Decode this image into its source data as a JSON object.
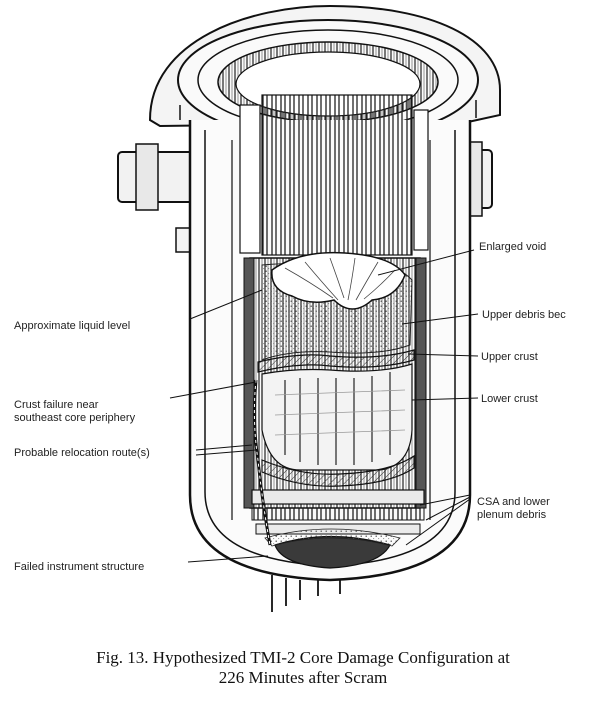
{
  "labels": {
    "enlarged_void": "Enlarged void",
    "upper_debris_bed": "Upper debris bec",
    "upper_crust": "Upper crust",
    "lower_crust": "Lower crust",
    "csa_lower_plenum_1": "CSA and lower",
    "csa_lower_plenum_2": "plenum debris",
    "approx_liquid_level": "Approximate liquid level",
    "crust_failure_1": "Crust failure near",
    "crust_failure_2": "southeast core periphery",
    "relocation_routes": "Probable relocation route(s)",
    "failed_instrument": "Failed instrument structure"
  },
  "caption": {
    "line1": "Fig. 13. Hypothesized TMI-2 Core Damage Configuration at",
    "line2": "226 Minutes after Scram"
  }
}
